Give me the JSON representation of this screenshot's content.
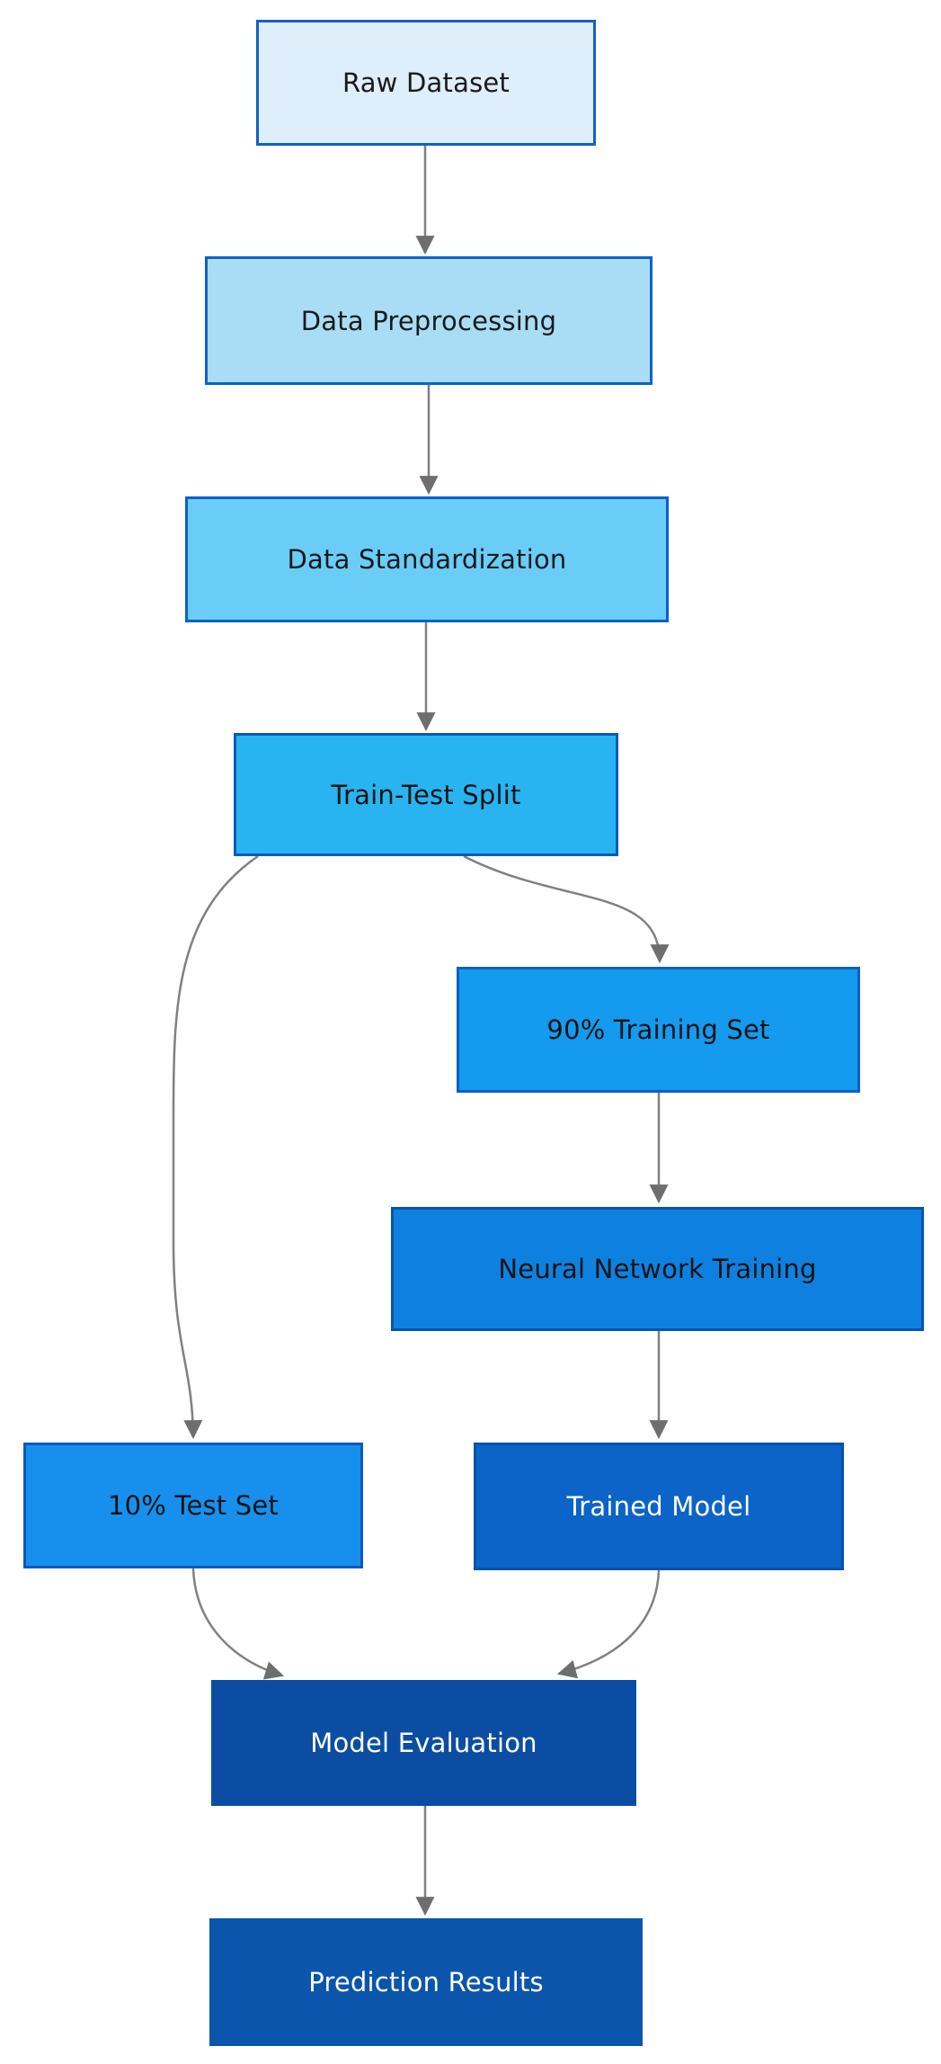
{
  "diagram": {
    "type": "flowchart",
    "background": "#ffffff",
    "arrow_color": "#808080",
    "arrowhead_color": "#6e6e6e",
    "nodes": [
      {
        "id": "raw",
        "label": "Raw Dataset",
        "fill": "#DEEEFA",
        "border": "#1261C4",
        "text_color": "#1a1a1a"
      },
      {
        "id": "pre",
        "label": "Data Preprocessing",
        "fill": "#A9DDF6",
        "border": "#0E62C6",
        "text_color": "#1a1a1a"
      },
      {
        "id": "std",
        "label": "Data Standardization",
        "fill": "#69CDF8",
        "border": "#0D5FC4",
        "text_color": "#1a1a1a"
      },
      {
        "id": "split",
        "label": "Train-Test Split",
        "fill": "#27B4F1",
        "border": "#0C59BC",
        "text_color": "#141414"
      },
      {
        "id": "train",
        "label": "90% Training Set",
        "fill": "#149AEE",
        "border": "#0D60C4",
        "text_color": "#141414"
      },
      {
        "id": "nn",
        "label": "Neural Network Training",
        "fill": "#0E81E0",
        "border": "#0A53B0",
        "text_color": "#141414"
      },
      {
        "id": "test",
        "label": "10% Test Set",
        "fill": "#1690EC",
        "border": "#0C59BC",
        "text_color": "#141414"
      },
      {
        "id": "trained",
        "label": "Trained Model",
        "fill": "#0C63C8",
        "border": "#0A51AA",
        "text_color": "#ffffff"
      },
      {
        "id": "eval",
        "label": "Model Evaluation",
        "fill": "#0C4DA4",
        "border": "#0C4DA4",
        "text_color": "#ffffff"
      },
      {
        "id": "results",
        "label": "Prediction Results",
        "fill": "#0B55AC",
        "border": "#0B55AC",
        "text_color": "#ffffff"
      }
    ],
    "edges": [
      {
        "from": "Raw Dataset",
        "to": "Data Preprocessing"
      },
      {
        "from": "Data Preprocessing",
        "to": "Data Standardization"
      },
      {
        "from": "Data Standardization",
        "to": "Train-Test Split"
      },
      {
        "from": "Train-Test Split",
        "to": "10% Test Set"
      },
      {
        "from": "Train-Test Split",
        "to": "90% Training Set"
      },
      {
        "from": "90% Training Set",
        "to": "Neural Network Training"
      },
      {
        "from": "Neural Network Training",
        "to": "Trained Model"
      },
      {
        "from": "10% Test Set",
        "to": "Model Evaluation"
      },
      {
        "from": "Trained Model",
        "to": "Model Evaluation"
      },
      {
        "from": "Model Evaluation",
        "to": "Prediction Results"
      }
    ]
  }
}
